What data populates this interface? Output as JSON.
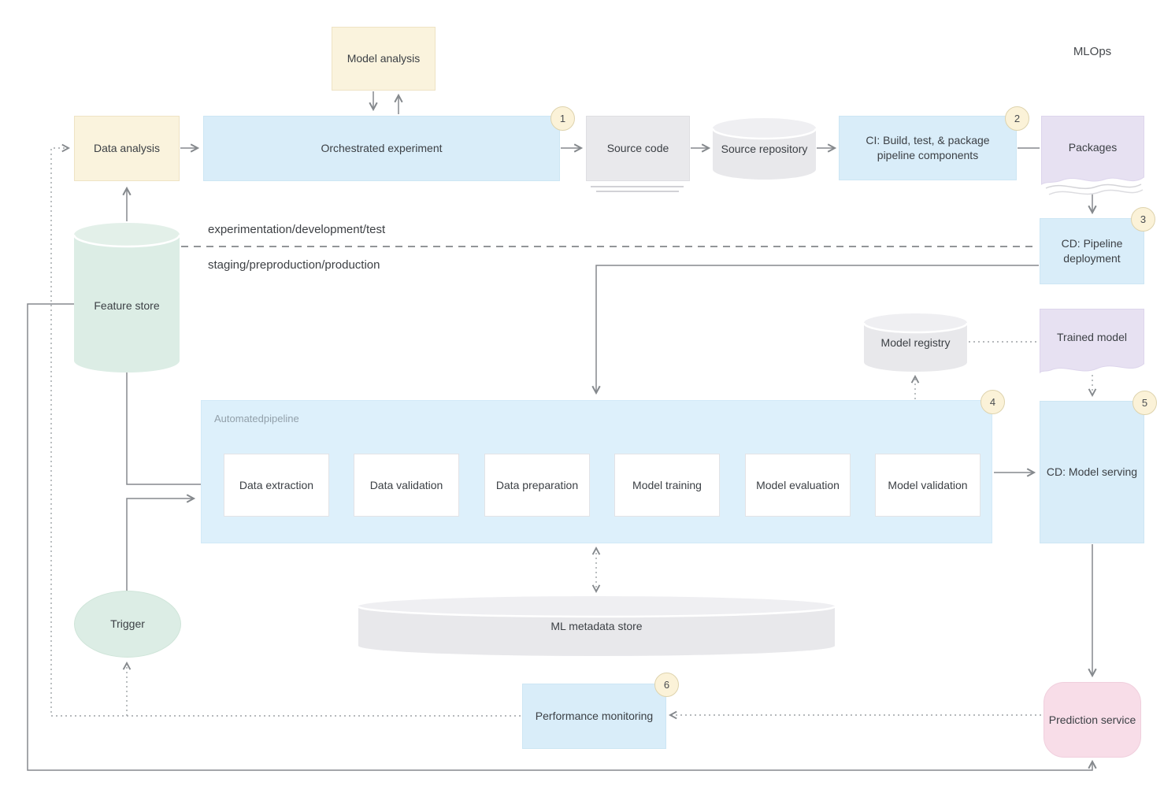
{
  "diagram_title": "MLOps",
  "lanes": {
    "top": "experimentation/development/test",
    "bottom": "staging/preproduction/production"
  },
  "pipeline_label": "Automatedpipeline",
  "nodes": {
    "model_analysis": "Model analysis",
    "data_analysis": "Data analysis",
    "orchestrated_experiment": "Orchestrated experiment",
    "source_code": "Source code",
    "source_repository": "Source repository",
    "ci_build": "CI: Build, test, & package pipeline components",
    "packages": "Packages",
    "cd_pipeline_deployment": "CD: Pipeline deployment",
    "feature_store": "Feature store",
    "model_registry": "Model registry",
    "trained_model": "Trained model",
    "data_extraction": "Data extraction",
    "data_validation": "Data validation",
    "data_preparation": "Data preparation",
    "model_training": "Model training",
    "model_evaluation": "Model evaluation",
    "model_validation": "Model validation",
    "cd_model_serving": "CD: Model serving",
    "ml_metadata_store": "ML metadata store",
    "trigger": "Trigger",
    "performance_monitoring": "Performance monitoring",
    "prediction_service": "Prediction service"
  },
  "badges": {
    "b1": "1",
    "b2": "2",
    "b3": "3",
    "b4": "4",
    "b5": "5",
    "b6": "6"
  },
  "palette": {
    "cream_fill": "#faf3dd",
    "blue_fill": "#d9edf9",
    "pipeline_fill": "#ddf0fb",
    "gray_fill": "#e9e9ec",
    "purple_fill": "#e7e1f2",
    "green_fill": "#dcede5",
    "pink_fill": "#f8dde8",
    "badge_fill": "#fbf2d8",
    "line_gray": "#85898d",
    "text_dark": "#3c4045"
  }
}
